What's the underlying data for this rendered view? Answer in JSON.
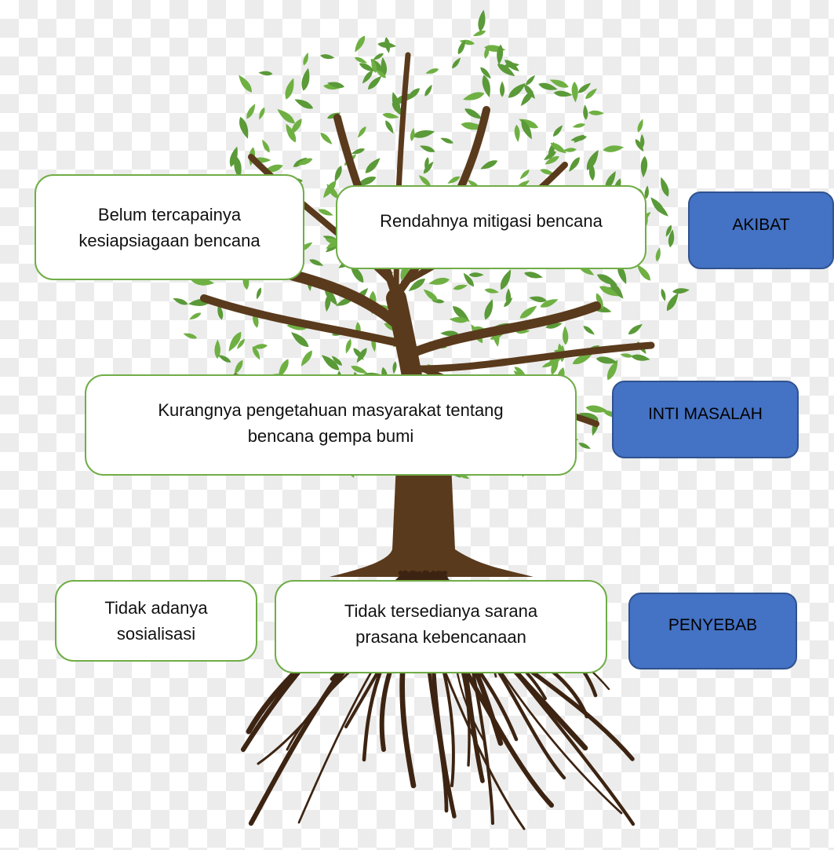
{
  "boxes": {
    "effect_left": {
      "line1": "Belum tercapainya",
      "line2": "kesiapsiagaan bencana"
    },
    "effect_right": {
      "line1": "Rendahnya mitigasi bencana"
    },
    "core": {
      "line1": "Kurangnya pengetahuan masyarakat tentang",
      "line2": "bencana gempa bumi"
    },
    "cause_left": {
      "line1": "Tidak adanya",
      "line2": "sosialisasi"
    },
    "cause_right": {
      "line1": "Tidak tersedianya sarana",
      "line2": "prasana kebencanaan"
    }
  },
  "labels": {
    "akibat": "AKIBAT",
    "inti_masalah": "INTI MASALAH",
    "penyebab": "PENYEBAB"
  },
  "colors": {
    "box_border": "#70ad47",
    "label_fill": "#4472c4",
    "trunk": "#5a3a1c",
    "leaf": "#5a9a38"
  },
  "icons": {
    "illustration": "tree-with-roots-icon"
  }
}
